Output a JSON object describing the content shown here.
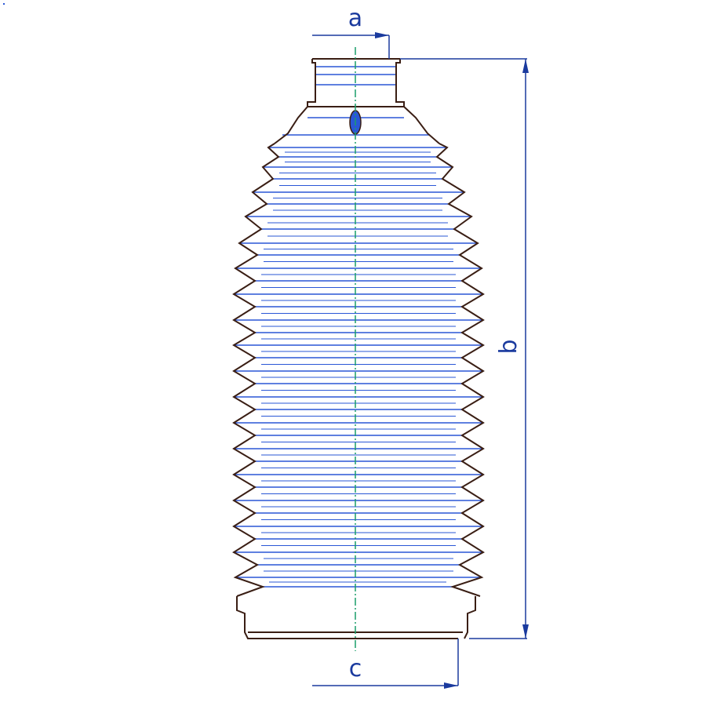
{
  "diagram": {
    "type": "technical-drawing",
    "subject": "bellows boot",
    "dimensions": {
      "a": "a",
      "b": "b",
      "c": "c"
    },
    "colors": {
      "outline": "#3a1e14",
      "dimension": "#1a3a9e",
      "rib_lines": "#2a57d6",
      "centerline": "#1a9e6a"
    }
  }
}
